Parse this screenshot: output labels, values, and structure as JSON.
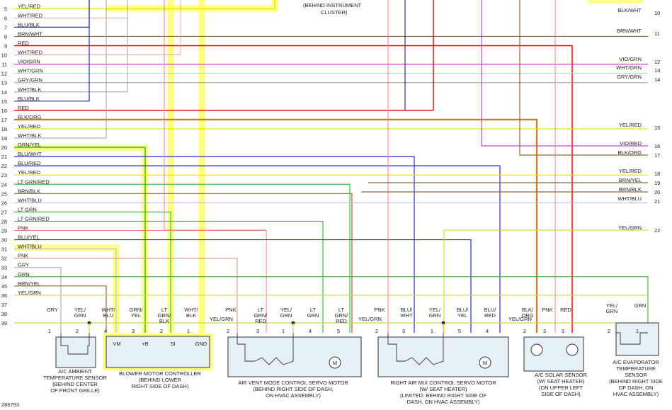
{
  "figure_id": "286793",
  "top_note": [
    "(BEHIND INSTRUMENT",
    "CLUSTER)"
  ],
  "left_rows": [
    {
      "n": "5",
      "label": "YEL/RED",
      "color": "#e8e000"
    },
    {
      "n": "6",
      "label": "WHT/RED",
      "color": "#f4a0a0"
    },
    {
      "n": "7",
      "label": "BLU/BLK",
      "color": "#2a2ac8"
    },
    {
      "n": "8",
      "label": "BRN/WHT",
      "color": "#8b6b3a"
    },
    {
      "n": "9",
      "label": "RED",
      "color": "#e00000"
    },
    {
      "n": "10",
      "label": "WHT/RED",
      "color": "#f4a0a0"
    },
    {
      "n": "11",
      "label": "VIO/GRN",
      "color": "#d040d0"
    },
    {
      "n": "12",
      "label": "WHT/GRN",
      "color": "#b8d8b8"
    },
    {
      "n": "13",
      "label": "GRY/GRN",
      "color": "#a0a0a0"
    },
    {
      "n": "14",
      "label": "WHT/BLK",
      "color": "#a8a8a8"
    },
    {
      "n": "15",
      "label": "BLU/BLK",
      "color": "#2a2ac8"
    },
    {
      "n": "16",
      "label": "RED",
      "color": "#e00000"
    },
    {
      "n": "17",
      "label": "BLK/ORG",
      "color": "#e07800"
    },
    {
      "n": "18",
      "label": "YEL/RED",
      "color": "#e8e000"
    },
    {
      "n": "19",
      "label": "WHT/BLK",
      "color": "#a8a8a8"
    },
    {
      "n": "20",
      "label": "GRN/YEL",
      "color": "#40c040"
    },
    {
      "n": "21",
      "label": "BLU/WHT",
      "color": "#2a2ac8"
    },
    {
      "n": "22",
      "label": "BLU/RED",
      "color": "#2a2ac8"
    },
    {
      "n": "23",
      "label": "YEL/RED",
      "color": "#e8e000"
    },
    {
      "n": "24",
      "label": "LT GRN/RED",
      "color": "#40c040"
    },
    {
      "n": "25",
      "label": "BRN/BLK",
      "color": "#8b6b3a"
    },
    {
      "n": "26",
      "label": "WHT/BLU",
      "color": "#b8b8e8"
    },
    {
      "n": "27",
      "label": "LT GRN",
      "color": "#40c040"
    },
    {
      "n": "28",
      "label": "LT GRN/RED",
      "color": "#40c040"
    },
    {
      "n": "29",
      "label": "PNK",
      "color": "#f08080"
    },
    {
      "n": "30",
      "label": "BLU/YEL",
      "color": "#2a2ac8"
    },
    {
      "n": "31",
      "label": "WHT/BLU",
      "color": "#b8b8e8"
    },
    {
      "n": "32",
      "label": "PNK",
      "color": "#f08080"
    },
    {
      "n": "33",
      "label": "GRY",
      "color": "#a0a0a0"
    },
    {
      "n": "34",
      "label": "GRN",
      "color": "#40c040"
    },
    {
      "n": "35",
      "label": "BRN/YEL",
      "color": "#8b6b3a"
    },
    {
      "n": "36",
      "label": "YEL/GRN",
      "color": "#d8d840"
    },
    {
      "n": "37",
      "label": "",
      "color": ""
    },
    {
      "n": "38",
      "label": "",
      "color": ""
    },
    {
      "n": "39",
      "label": "",
      "color": ""
    }
  ],
  "right_rows": [
    {
      "n": "10",
      "label": "BLK/WHT"
    },
    {
      "n": "11",
      "label": "BRN/WHT"
    },
    {
      "n": "12",
      "label": "VIO/GRN"
    },
    {
      "n": "13",
      "label": "WHT/GRN"
    },
    {
      "n": "14",
      "label": "GRY/GRN"
    },
    {
      "n": "15",
      "label": "YEL/RED"
    },
    {
      "n": "16",
      "label": "VIO/RED"
    },
    {
      "n": "17",
      "label": "BLK/ORG"
    },
    {
      "n": "18",
      "label": "YEL/RED"
    },
    {
      "n": "19",
      "label": "BRN/YEL"
    },
    {
      "n": "20",
      "label": "BRN/BLK"
    },
    {
      "n": "21",
      "label": "WHT/BLU"
    },
    {
      "n": "22",
      "label": "YEL/GRN"
    }
  ],
  "bus_labels": [
    "YEL/GRN",
    "YEL/GRN",
    "YEL/GRN",
    "YEL/GRN"
  ],
  "components": [
    {
      "id": "ambient",
      "wires": [
        "GRY",
        "YEL/\nGRN"
      ],
      "pins": [
        "1",
        "2"
      ],
      "caption": [
        "A/C AMBIENT",
        "TEMPERATURE SENSOR",
        "(BEHIND CENTER",
        "OF FRONT GRILLE)"
      ]
    },
    {
      "id": "blower",
      "wires": [
        "WHT/\nBLU",
        "GRN/\nYEL",
        "LT\nGRN/\nBLK",
        "WHT/\nBLK"
      ],
      "pins": [
        "4",
        "3",
        "2",
        "1"
      ],
      "terminals": [
        "VM",
        "+B",
        "SI",
        "GND"
      ],
      "caption": [
        "BLOWER MOTOR CONTROLLER",
        "(BEHIND LOWER",
        "RIGHT SIDE OF DASH)"
      ]
    },
    {
      "id": "airvent",
      "wires": [
        "PNK",
        "LT\nGRN/\nRED",
        "YEL/\nGRN",
        "LT\nGRN",
        "LT\nGRN/\nRED"
      ],
      "pins": [
        "2",
        "3",
        "1",
        "4",
        "5"
      ],
      "motor": "M",
      "caption": [
        "AIR VENT MODE CONTROL SERVO MOTOR",
        "(BEHIND RIGHT SIDE OF DASH,",
        "ON HVAC ASSEMBLY)"
      ]
    },
    {
      "id": "airmix",
      "wires": [
        "PNK",
        "BLU/\nWHT",
        "YEL/\nGRN",
        "BLU/\nYEL",
        "BLU/\nRED"
      ],
      "pins": [
        "2",
        "3",
        "1",
        "5",
        "4"
      ],
      "motor": "M",
      "caption": [
        "RIGHT AIR MIX CONTROL SERVO MOTOR",
        "(W/ SEAT HEATER)",
        "(LIMITED: BEHIND RIGHT SIDE OF",
        "DASH, ON HVAC ASSEMBLY)"
      ]
    },
    {
      "id": "solar",
      "wires": [
        "BLK/\nORG",
        "PNK",
        "RED"
      ],
      "pins": [
        "2",
        "3",
        "3"
      ],
      "caption": [
        "A/C SOLAR SENSOR",
        "(W/ SEAT HEATER)",
        "(ON UPPER LEFT",
        "SIDE OF DASH)"
      ]
    },
    {
      "id": "evap",
      "wires": [
        "YEL/\nGRN",
        "GRN"
      ],
      "pins": [
        "2",
        "1"
      ],
      "caption": [
        "A/C EVAPORATOR",
        "TEMPERATURE",
        "SENSOR",
        "(BEHIND RIGHT SIDE",
        "OF DASH, ON",
        "HVAC ASSEMBLY)"
      ]
    }
  ],
  "colors": {
    "YEL": "#e8e000",
    "WHTRED": "#f4a0a0",
    "BLU": "#2a2ac8",
    "BRN": "#8b6b3a",
    "RED": "#e00000",
    "VIO": "#d040d0",
    "WHTGRN": "#b8d8b8",
    "GRY": "#a0a0a0",
    "BLKORG": "#e07800",
    "GRN": "#40c040",
    "WHTBLU": "#b8b8e8",
    "PNK": "#f08080",
    "YELGRN": "#d8d840",
    "BLK": "#222222",
    "HIGHLIGHT": "#ffff55",
    "COMP": "#e6f0f7"
  }
}
